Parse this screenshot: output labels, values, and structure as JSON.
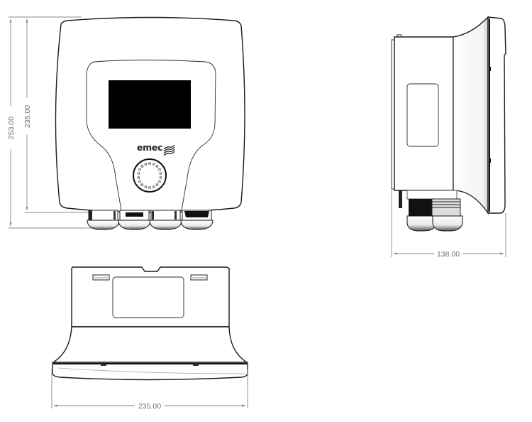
{
  "drawing": {
    "brand_logo": "emec",
    "views": {
      "front": {
        "name": "front-view"
      },
      "side": {
        "name": "side-view"
      },
      "bottom": {
        "name": "bottom-view"
      }
    },
    "dimensions": {
      "overall_height": "253.00",
      "body_height": "235.00",
      "depth": "138.00",
      "width": "235.00"
    },
    "colors": {
      "outline": "#1a1a1a",
      "dimension_line": "#888888",
      "dimension_text": "#6f6f6f",
      "display": "#000000"
    }
  }
}
